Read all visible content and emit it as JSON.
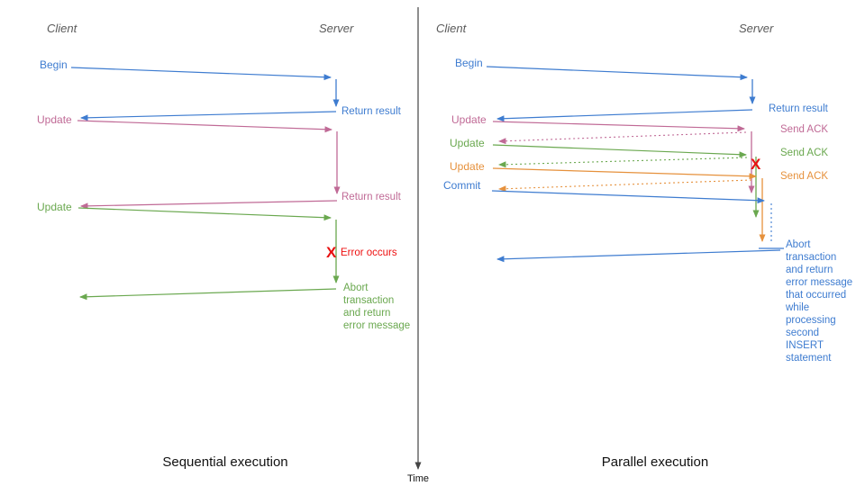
{
  "palette": {
    "blue": "#3e7cd0",
    "pink": "#c06a96",
    "green": "#6aa84f",
    "orange": "#e6913c",
    "red": "#ee1111",
    "axis_gray": "#444444",
    "header_gray": "#595959"
  },
  "time_axis": {
    "label": "Time"
  },
  "left": {
    "caption": "Sequential execution",
    "client_header": "Client",
    "server_header": "Server",
    "labels": {
      "begin": "Begin",
      "return1": "Return result",
      "update1": "Update",
      "return2": "Return result",
      "update2": "Update",
      "error_x": "X",
      "error": "Error occurs",
      "abort": "Abort\ntransaction\nand return\nerror message"
    }
  },
  "right": {
    "caption": "Parallel execution",
    "client_header": "Client",
    "server_header": "Server",
    "labels": {
      "begin": "Begin",
      "return1": "Return result",
      "update1": "Update",
      "ack1": "Send ACK",
      "update2": "Update",
      "ack2": "Send ACK",
      "update3": "Update",
      "ack3": "Send ACK",
      "commit": "Commit",
      "error_x": "X",
      "abort": "Abort\ntransaction\nand return\nerror message\nthat occurred\nwhile\nprocessing\nsecond\nINSERT\nstatement"
    }
  }
}
